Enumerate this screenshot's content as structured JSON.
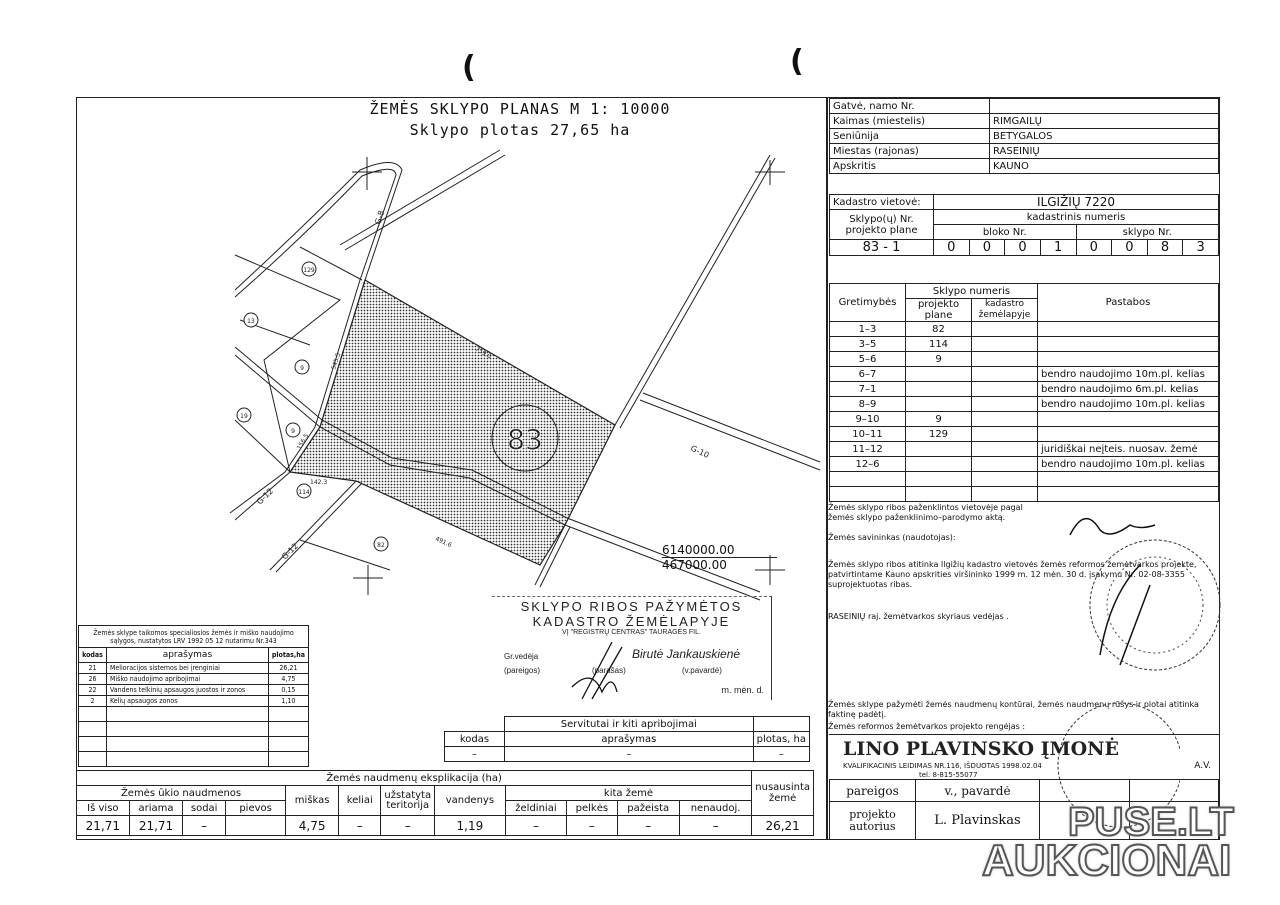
{
  "header": {
    "title": "ŽEMĖS SKLYPO PLANAS  M 1: 10000",
    "area": "Sklypo plotas 27,65 ha"
  },
  "address": [
    {
      "label": "Gatvė, namo Nr.",
      "value": ""
    },
    {
      "label": "Kaimas (miestelis)",
      "value": "RIMGAILŲ"
    },
    {
      "label": "Seniūnija",
      "value": "BETYGALOS"
    },
    {
      "label": "Miestas (rajonas)",
      "value": "RASEINIŲ"
    },
    {
      "label": "Apskritis",
      "value": "KAUNO"
    }
  ],
  "cadastre": {
    "vietove_label": "Kadastro vietovė:",
    "vietove": "ILGIŽIŲ  7220",
    "plot_label": "Sklypo(ų) Nr. projekto plane",
    "kad_label": "kadastrinis numeris",
    "bloko_label": "bloko Nr.",
    "sklypo_label": "sklypo Nr.",
    "plot_no": "83 - 1",
    "digits": [
      "0",
      "0",
      "0",
      "1",
      "0",
      "0",
      "8",
      "3"
    ]
  },
  "neighbors": {
    "h_gretimybes": "Gretimybės",
    "h_numeris": "Sklypo numeris",
    "h_projekto": "projekto plane",
    "h_kadastro": "kadastro žemėlapyje",
    "h_pastabos": "Pastabos",
    "rows": [
      {
        "g": "1–3",
        "p": "82",
        "k": "",
        "n": ""
      },
      {
        "g": "3–5",
        "p": "114",
        "k": "",
        "n": ""
      },
      {
        "g": "5–6",
        "p": "9",
        "k": "",
        "n": ""
      },
      {
        "g": "6–7",
        "p": "",
        "k": "",
        "n": "bendro naudojimo 10m.pl. kelias"
      },
      {
        "g": "7–1",
        "p": "",
        "k": "",
        "n": "bendro naudojimo 6m.pl. kelias"
      },
      {
        "g": "8–9",
        "p": "",
        "k": "",
        "n": "bendro naudojimo 10m.pl. kelias"
      },
      {
        "g": "9–10",
        "p": "9",
        "k": "",
        "n": ""
      },
      {
        "g": "10–11",
        "p": "129",
        "k": "",
        "n": ""
      },
      {
        "g": "11–12",
        "p": "",
        "k": "",
        "n": "juridiškai neįteis. nuosav. žemė"
      },
      {
        "g": "12–6",
        "p": "",
        "k": "",
        "n": "bendro naudojimo 10m.pl. kelias"
      }
    ]
  },
  "notes": {
    "n1": "Žemės sklypo ribos paženklintos vietovėje pagal žemės sklypo paženklinimo–parodymo aktą.",
    "n2": "Žemės savininkas (naudotojas):",
    "n3": "Žemės sklypo ribos atitinka Ilgižių kadastro vietovės žemės reformos žemėtvarkos projekte, patvirtintame Kauno apskrities viršininko 1999 m. 12 mėn. 30 d. įsakymu Nr. 02-08-3355 suprojektuotas ribas.",
    "n4": "RASEINIŲ raj. žemėtvarkos skyriaus vedėjas .",
    "n5": "Žemės sklype pažymėti žemės naudmenų kontūrai, žemės naudmenų rūšys ir plotai atitinka faktinę padėtį.",
    "n6": "Žemės reformos žemėtvarkos projekto rengėjas :"
  },
  "company": {
    "name": "LINO PLAVINSKO ĮMONĖ",
    "license": "KVALIFIKACINIS LEIDIMAS NR.116, IŠDUOTAS 1998.02.04",
    "phone": "tel. 8-815-55077",
    "av": "A.V.",
    "h_pareigos": "pareigos",
    "h_pavarde": "v., pavardė",
    "role": "projekto autorius",
    "person": "L. Plavinskas"
  },
  "restrictions": {
    "title": "Žemės sklype taikomos specialiosios žemės ir miško naudojimo sąlygos, nustatytos LRV 1992 05 12 nutarimu Nr.343",
    "h_kodas": "kodas",
    "h_aprasymas": "aprašymas",
    "h_plotas": "plotas,ha",
    "rows": [
      {
        "kodas": "21",
        "aprasymas": "Melioracijos sistemos bei įrenginiai",
        "plotas": "26,21"
      },
      {
        "kodas": "26",
        "aprasymas": "Miško naudojimo apribojimai",
        "plotas": "4,75"
      },
      {
        "kodas": "22",
        "aprasymas": "Vandens telkinių apsaugos juostos ir zonos",
        "plotas": "0,15"
      },
      {
        "kodas": "2",
        "aprasymas": "Kelių apsaugos zonos",
        "plotas": "1,10"
      }
    ]
  },
  "servitutes": {
    "title": "Servitutai ir kiti apribojimai",
    "h_kodas": "kodas",
    "h_aprasymas": "aprašymas",
    "h_plotas": "plotas, ha",
    "row": [
      "–",
      "–",
      "–"
    ]
  },
  "explication": {
    "title": "Žemės naudmenų eksplikacija (ha)",
    "h_ukio": "Žemės ūkio naudmenos",
    "h_isviso": "Iš viso",
    "h_ariama": "ariama",
    "h_sodai": "sodai",
    "h_pievos": "pievos",
    "h_miskas": "miškas",
    "h_keliai": "keliai",
    "h_uzstatyta": "užstatyta teritorija",
    "h_vandenys": "vandenys",
    "h_kita": "kita žemė",
    "h_zeldiniai": "želdiniai",
    "h_pelkes": "pelkės",
    "h_pazeista": "pažeista",
    "h_nenaudoj": "nenaudoj.",
    "h_nusausinta": "nusausinta žemė",
    "values": [
      "21,71",
      "21,71",
      "–",
      "",
      "4,75",
      "–",
      "–",
      "1,19",
      "–",
      "–",
      "–",
      "–",
      "26,21"
    ]
  },
  "stamp": {
    "l1": "SKLYPO RIBOS PAŽYMĖTOS",
    "l2": "KADASTRO ŽEMĖLAPYJE",
    "l3": "VĮ \"REGISTRŲ CENTRAS\" TAURAGĖS FIL.",
    "pos": "Gr.vedėja",
    "name": "Birutė Jankauskienė",
    "c1": "(pareigos)",
    "c2": "(parašas)",
    "c3": "(v.pavardė)",
    "date": "m.   mėn.   d."
  },
  "map": {
    "plot": "83",
    "neighbors": [
      "129",
      "13",
      "9",
      "19",
      "9",
      "114",
      "82"
    ],
    "coords": [
      "6140000.00",
      "467000.00"
    ],
    "roads": [
      "G-8",
      "G-12",
      "G-12",
      "G-10"
    ],
    "lengths": [
      "759.0",
      "545.5",
      "491.6",
      "156.5",
      "142.3"
    ]
  },
  "watermark": [
    "PUSE.LT",
    "AUKCIONAI"
  ]
}
